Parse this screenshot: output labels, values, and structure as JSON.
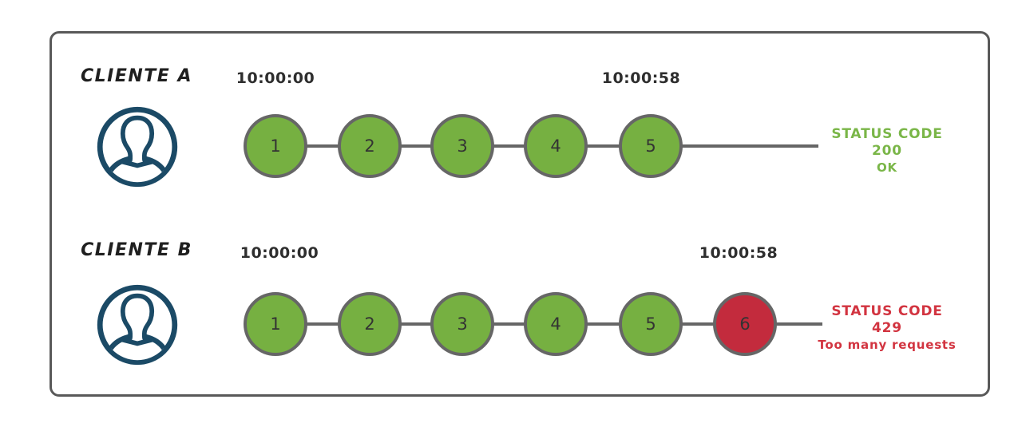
{
  "colors": {
    "success_fill": "#76b041",
    "success_text": "#7ab648",
    "error_fill": "#c32b3d",
    "error_text": "#d23440",
    "avatar": "#1b4a66",
    "line": "#666666",
    "border": "#595959"
  },
  "clients": [
    {
      "name": "CLIENTE A",
      "start_time": "10:00:00",
      "end_time": "10:00:58",
      "requests": [
        "1",
        "2",
        "3",
        "4",
        "5"
      ],
      "status_line1": "STATUS CODE 200",
      "status_line2": "OK"
    },
    {
      "name": "CLIENTE B",
      "start_time": "10:00:00",
      "end_time": "10:00:58",
      "requests": [
        "1",
        "2",
        "3",
        "4",
        "5",
        "6"
      ],
      "status_line1": "STATUS CODE 429",
      "status_line2": "Too many requests"
    }
  ]
}
